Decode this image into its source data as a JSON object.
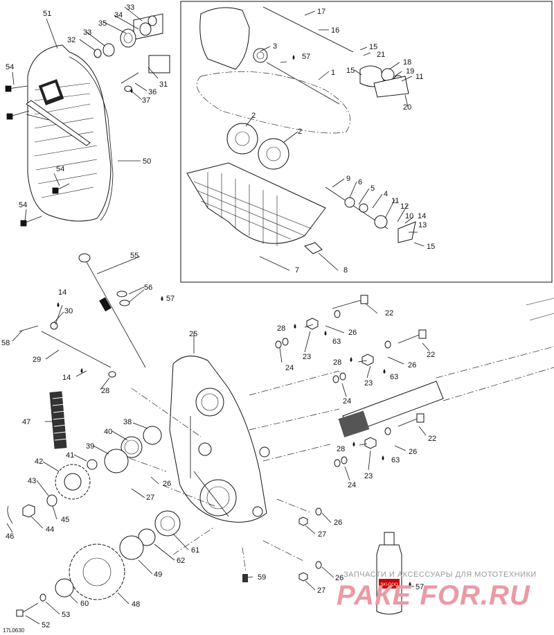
{
  "diagram_code": "17L0630",
  "callouts": [
    {
      "id": "c51",
      "text": "51"
    },
    {
      "id": "c54a",
      "text": "54"
    },
    {
      "id": "c54b",
      "text": "54"
    },
    {
      "id": "c54c",
      "text": "54"
    },
    {
      "id": "c50",
      "text": "50"
    },
    {
      "id": "c33a",
      "text": "33"
    },
    {
      "id": "c34",
      "text": "34"
    },
    {
      "id": "c35",
      "text": "35"
    },
    {
      "id": "c33b",
      "text": "33"
    },
    {
      "id": "c32",
      "text": "32"
    },
    {
      "id": "c31",
      "text": "31"
    },
    {
      "id": "c36",
      "text": "36"
    },
    {
      "id": "c37",
      "text": "37"
    },
    {
      "id": "c17",
      "text": "17"
    },
    {
      "id": "c16",
      "text": "16"
    },
    {
      "id": "c3",
      "text": "3"
    },
    {
      "id": "c57a",
      "text": "57"
    },
    {
      "id": "c15a",
      "text": "15"
    },
    {
      "id": "c21",
      "text": "21"
    },
    {
      "id": "c15b",
      "text": "15"
    },
    {
      "id": "c18",
      "text": "18"
    },
    {
      "id": "c19",
      "text": "19"
    },
    {
      "id": "c11a",
      "text": "11"
    },
    {
      "id": "c20",
      "text": "20"
    },
    {
      "id": "c1",
      "text": "1"
    },
    {
      "id": "c2a",
      "text": "2"
    },
    {
      "id": "c2b",
      "text": "2"
    },
    {
      "id": "c9",
      "text": "9"
    },
    {
      "id": "c6",
      "text": "6"
    },
    {
      "id": "c5",
      "text": "5"
    },
    {
      "id": "c4",
      "text": "4"
    },
    {
      "id": "c11b",
      "text": "11"
    },
    {
      "id": "c12",
      "text": "12"
    },
    {
      "id": "c10",
      "text": "10"
    },
    {
      "id": "c14a",
      "text": "14"
    },
    {
      "id": "c13",
      "text": "13"
    },
    {
      "id": "c15c",
      "text": "15"
    },
    {
      "id": "c7",
      "text": "7"
    },
    {
      "id": "c8",
      "text": "8"
    },
    {
      "id": "c55",
      "text": "55"
    },
    {
      "id": "c56",
      "text": "56"
    },
    {
      "id": "c57b",
      "text": "57"
    },
    {
      "id": "c14b",
      "text": "14"
    },
    {
      "id": "c30",
      "text": "30"
    },
    {
      "id": "c58",
      "text": "58"
    },
    {
      "id": "c29",
      "text": "29"
    },
    {
      "id": "c14c",
      "text": "14"
    },
    {
      "id": "c28a",
      "text": "28"
    },
    {
      "id": "c25",
      "text": "25"
    },
    {
      "id": "c22a",
      "text": "22"
    },
    {
      "id": "c28b",
      "text": "28"
    },
    {
      "id": "c26a",
      "text": "26"
    },
    {
      "id": "c23a",
      "text": "23"
    },
    {
      "id": "c63a",
      "text": "63"
    },
    {
      "id": "c24a",
      "text": "24"
    },
    {
      "id": "c22b",
      "text": "22"
    },
    {
      "id": "c28c",
      "text": "28"
    },
    {
      "id": "c26b",
      "text": "26"
    },
    {
      "id": "c23b",
      "text": "23"
    },
    {
      "id": "c63b",
      "text": "63"
    },
    {
      "id": "c24b",
      "text": "24"
    },
    {
      "id": "c22c",
      "text": "22"
    },
    {
      "id": "c28d",
      "text": "28"
    },
    {
      "id": "c26c",
      "text": "26"
    },
    {
      "id": "c23c",
      "text": "23"
    },
    {
      "id": "c63c",
      "text": "63"
    },
    {
      "id": "c24c",
      "text": "24"
    },
    {
      "id": "c47",
      "text": "47"
    },
    {
      "id": "c38",
      "text": "38"
    },
    {
      "id": "c40",
      "text": "40"
    },
    {
      "id": "c39",
      "text": "39"
    },
    {
      "id": "c41",
      "text": "41"
    },
    {
      "id": "c42",
      "text": "42"
    },
    {
      "id": "c43",
      "text": "43"
    },
    {
      "id": "c26d",
      "text": "26"
    },
    {
      "id": "c27a",
      "text": "27"
    },
    {
      "id": "c45",
      "text": "45"
    },
    {
      "id": "c44",
      "text": "44"
    },
    {
      "id": "c46",
      "text": "46"
    },
    {
      "id": "c26e",
      "text": "26"
    },
    {
      "id": "c27b",
      "text": "27"
    },
    {
      "id": "c61",
      "text": "61"
    },
    {
      "id": "c62",
      "text": "62"
    },
    {
      "id": "c49",
      "text": "49"
    },
    {
      "id": "c48",
      "text": "48"
    },
    {
      "id": "c59",
      "text": "59"
    },
    {
      "id": "c26f",
      "text": "26"
    },
    {
      "id": "c27c",
      "text": "27"
    },
    {
      "id": "c57c",
      "text": "57"
    },
    {
      "id": "c60",
      "text": "60"
    },
    {
      "id": "c53",
      "text": "53"
    },
    {
      "id": "c52",
      "text": "52"
    }
  ],
  "watermark": {
    "tagline": "ЗАПЧАСТИ И АКСЕССУАРЫ ДЛЯ МОТОТЕХНИКИ",
    "brand": "РАКЕ FOR.RU",
    "bottle_label": "SKI-DOO"
  }
}
